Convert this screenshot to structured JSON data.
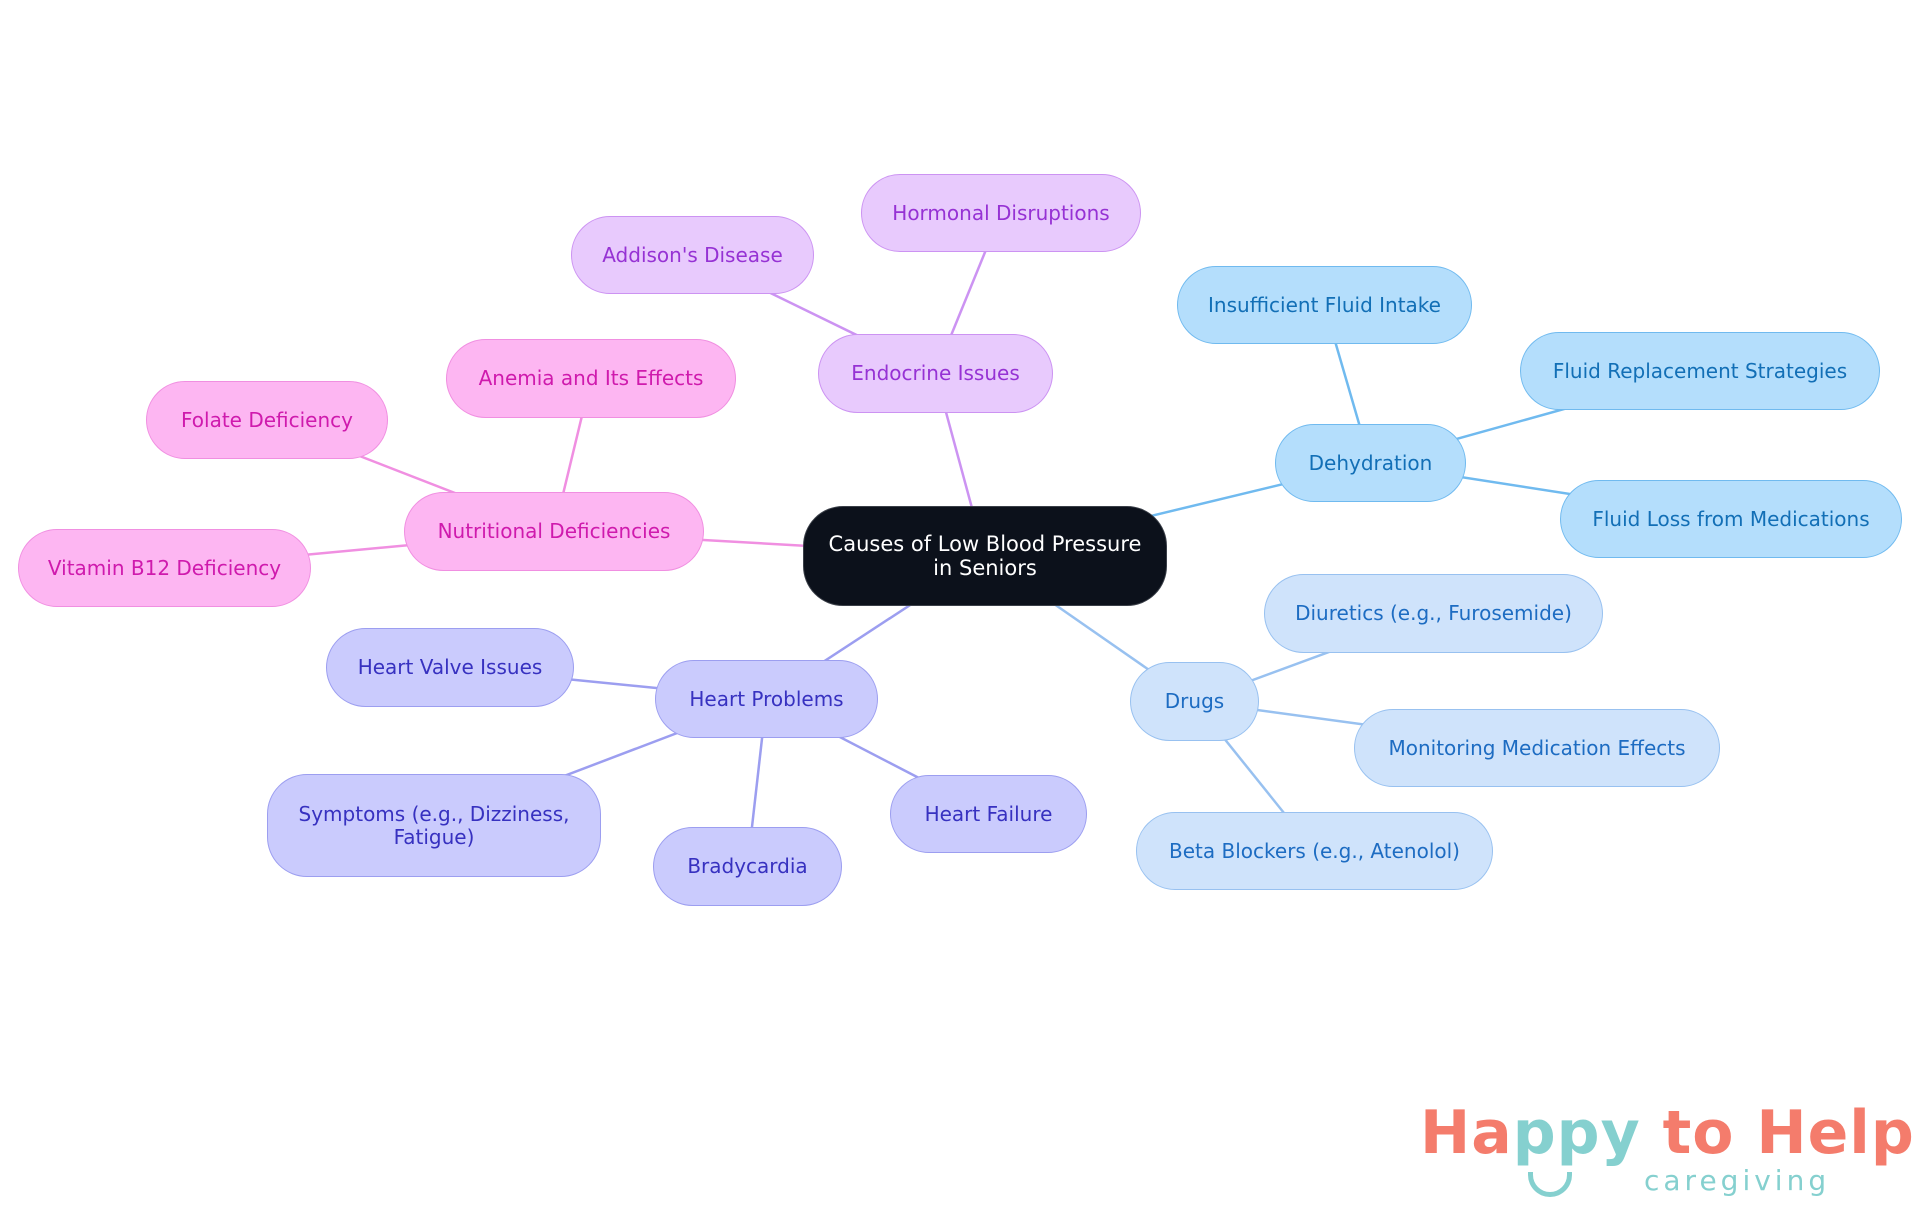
{
  "center": {
    "label": "Causes of Low Blood Pressure in Seniors"
  },
  "branches": [
    {
      "label": "Endocrine Issues",
      "color": "purple",
      "children": [
        "Hormonal Disruptions",
        "Addison's Disease"
      ]
    },
    {
      "label": "Nutritional Deficiencies",
      "color": "pink",
      "children": [
        "Anemia and Its Effects",
        "Folate Deficiency",
        "Vitamin B12 Deficiency"
      ]
    },
    {
      "label": "Heart Problems",
      "color": "indigo",
      "children": [
        "Heart Valve Issues",
        "Symptoms (e.g., Dizziness, Fatigue)",
        "Bradycardia",
        "Heart Failure"
      ]
    },
    {
      "label": "Dehydration",
      "color": "blue",
      "children": [
        "Insufficient Fluid Intake",
        "Fluid Replacement Strategies",
        "Fluid Loss from Medications"
      ]
    },
    {
      "label": "Drugs",
      "color": "lblue",
      "children": [
        "Diuretics (e.g., Furosemide)",
        "Monitoring Medication Effects",
        "Beta Blockers (e.g., Atenolol)"
      ]
    }
  ],
  "colors": {
    "purple": "#cc93f2",
    "pink": "#f08fe1",
    "indigo": "#9c9ef0",
    "blue": "#70baef",
    "lblue": "#98c1f0"
  },
  "logo": {
    "part1": "Ha",
    "part2": "ppy",
    "part3": " to Help",
    "sub": "caregiving",
    "coral": "#f47c6c",
    "teal": "#85d0cf"
  }
}
